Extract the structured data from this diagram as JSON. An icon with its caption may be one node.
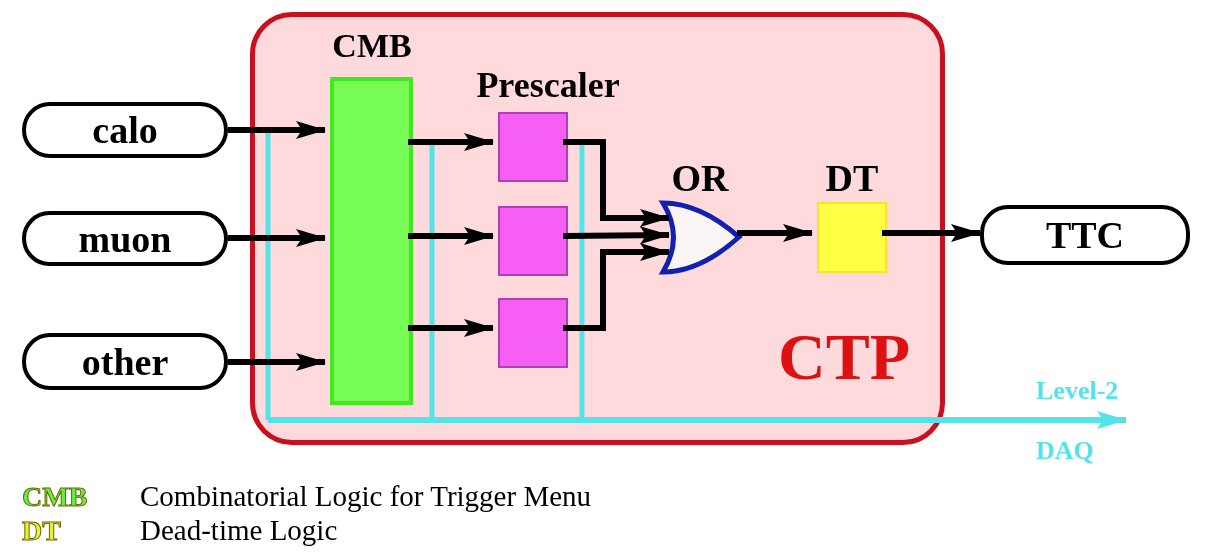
{
  "diagram": {
    "nodes": [
      {
        "text": [
          "CTP"
        ]
      },
      {
        "text": [
          "calo"
        ]
      },
      {
        "text": [
          "muon"
        ]
      },
      {
        "text": [
          "other"
        ]
      },
      {
        "text": [
          "TTC"
        ]
      },
      {
        "text": [
          "CMB"
        ],
        "in": 0
      },
      {
        "text": [
          "Prescaler"
        ],
        "in": 0
      },
      {
        "text": [],
        "shape": "box",
        "in": 0
      },
      {
        "text": [],
        "shape": "box",
        "in": 0
      },
      {
        "text": [
          "OR"
        ],
        "in": 0
      },
      {
        "text": [
          "DT"
        ],
        "in": 0
      },
      {
        "text": [
          "Level-2",
          "DAQ"
        ]
      }
    ],
    "edges": [
      {
        "from": 1,
        "to": 5,
        "arrow": "to"
      },
      {
        "from": 2,
        "to": 5,
        "arrow": "to"
      },
      {
        "from": 3,
        "to": 5,
        "arrow": "to"
      },
      {
        "from": 5,
        "to": 6,
        "arrow": "to"
      },
      {
        "from": 5,
        "to": 7,
        "arrow": "to"
      },
      {
        "from": 5,
        "to": 8,
        "arrow": "to"
      },
      {
        "from": 6,
        "to": 9,
        "arrow": "to"
      },
      {
        "from": 7,
        "to": 9,
        "arrow": "to"
      },
      {
        "from": 8,
        "to": 9,
        "arrow": "to"
      },
      {
        "from": 9,
        "to": 10,
        "arrow": "to"
      },
      {
        "from": 10,
        "to": 4,
        "arrow": "to"
      },
      {
        "from": null,
        "to": 11,
        "arrow": "to",
        "color": "#55e3ea"
      }
    ],
    "labels": [
      "CMB",
      "DT"
    ],
    "legend": [
      {
        "text": "Combinatorial Logic for Trigger Menu",
        "color": "#66ee44"
      },
      {
        "text": "Dead-time Logic",
        "color": "#eeee33"
      }
    ]
  }
}
